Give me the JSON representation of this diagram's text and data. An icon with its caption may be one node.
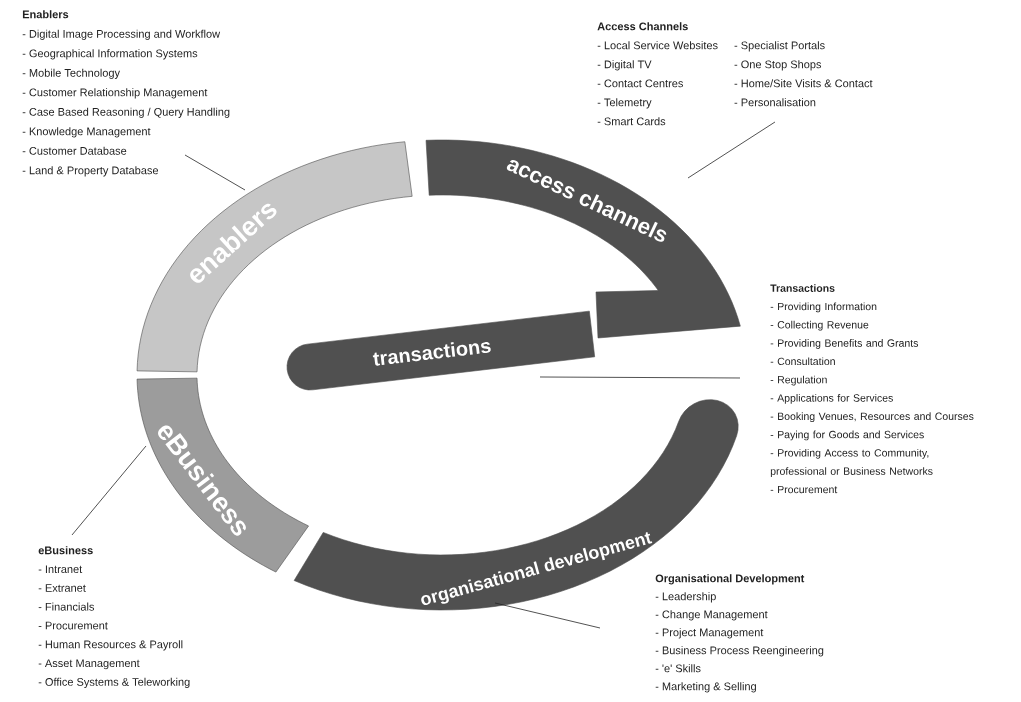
{
  "diagram": {
    "nodes": [
      {
        "text": [
          "Enablers",
          "- Digital Image Processing and Workflow",
          "- Geographical Information Systems",
          "- Mobile Technology",
          "- Customer Relationship Management",
          "- Case Based Reasoning / Query Handling",
          "- Knowledge Management",
          "- Customer Database",
          "- Land & Property Database"
        ]
      },
      {
        "text": [
          "Access Channels",
          "- Local Service Websites",
          "- Digital TV",
          "- Contact Centres",
          "- Telemetry",
          "- Smart Cards",
          "- Specialist Portals",
          "- One Stop Shops",
          "- Home/Site Visits & Contact",
          "- Personalisation"
        ]
      },
      {
        "text": [
          "enablers"
        ]
      },
      {
        "text": [
          "access channels"
        ]
      },
      {
        "text": [
          "Transactions",
          "- Providing Information",
          "- Collecting Revenue",
          "- Providing Benefits and Grants",
          "- Consultation",
          "- Regulation",
          "- Applications for Services",
          "- Booking Venues, Resources and Courses",
          "- Paying for Goods and Services",
          "- Providing Access to Community, professional or Business Networks",
          "- Procurement"
        ]
      },
      {
        "text": [
          "transactions"
        ]
      },
      {
        "text": [
          "eBusiness"
        ]
      },
      {
        "text": [
          "organisational development"
        ]
      },
      {
        "text": [
          "eBusiness",
          "- Intranet",
          "- Extranet",
          "- Financials",
          "- Procurement",
          "- Human Resources & Payroll",
          "- Asset Management",
          "- Office Systems & Teleworking"
        ]
      },
      {
        "text": [
          "Organisational Development",
          "- Leadership",
          "- Change Management",
          "- Project Management",
          "- Business Process Reengineering",
          "- 'e' Skills",
          "- Marketing & Selling"
        ]
      }
    ],
    "edges": [
      {
        "from": 0,
        "to": 2,
        "arrow": "none"
      },
      {
        "from": 1,
        "to": 3,
        "arrow": "none"
      },
      {
        "from": 4,
        "to": 5,
        "arrow": "none"
      },
      {
        "from": 8,
        "to": 6,
        "arrow": "none"
      },
      {
        "from": 9,
        "to": 7,
        "arrow": "none"
      }
    ]
  }
}
